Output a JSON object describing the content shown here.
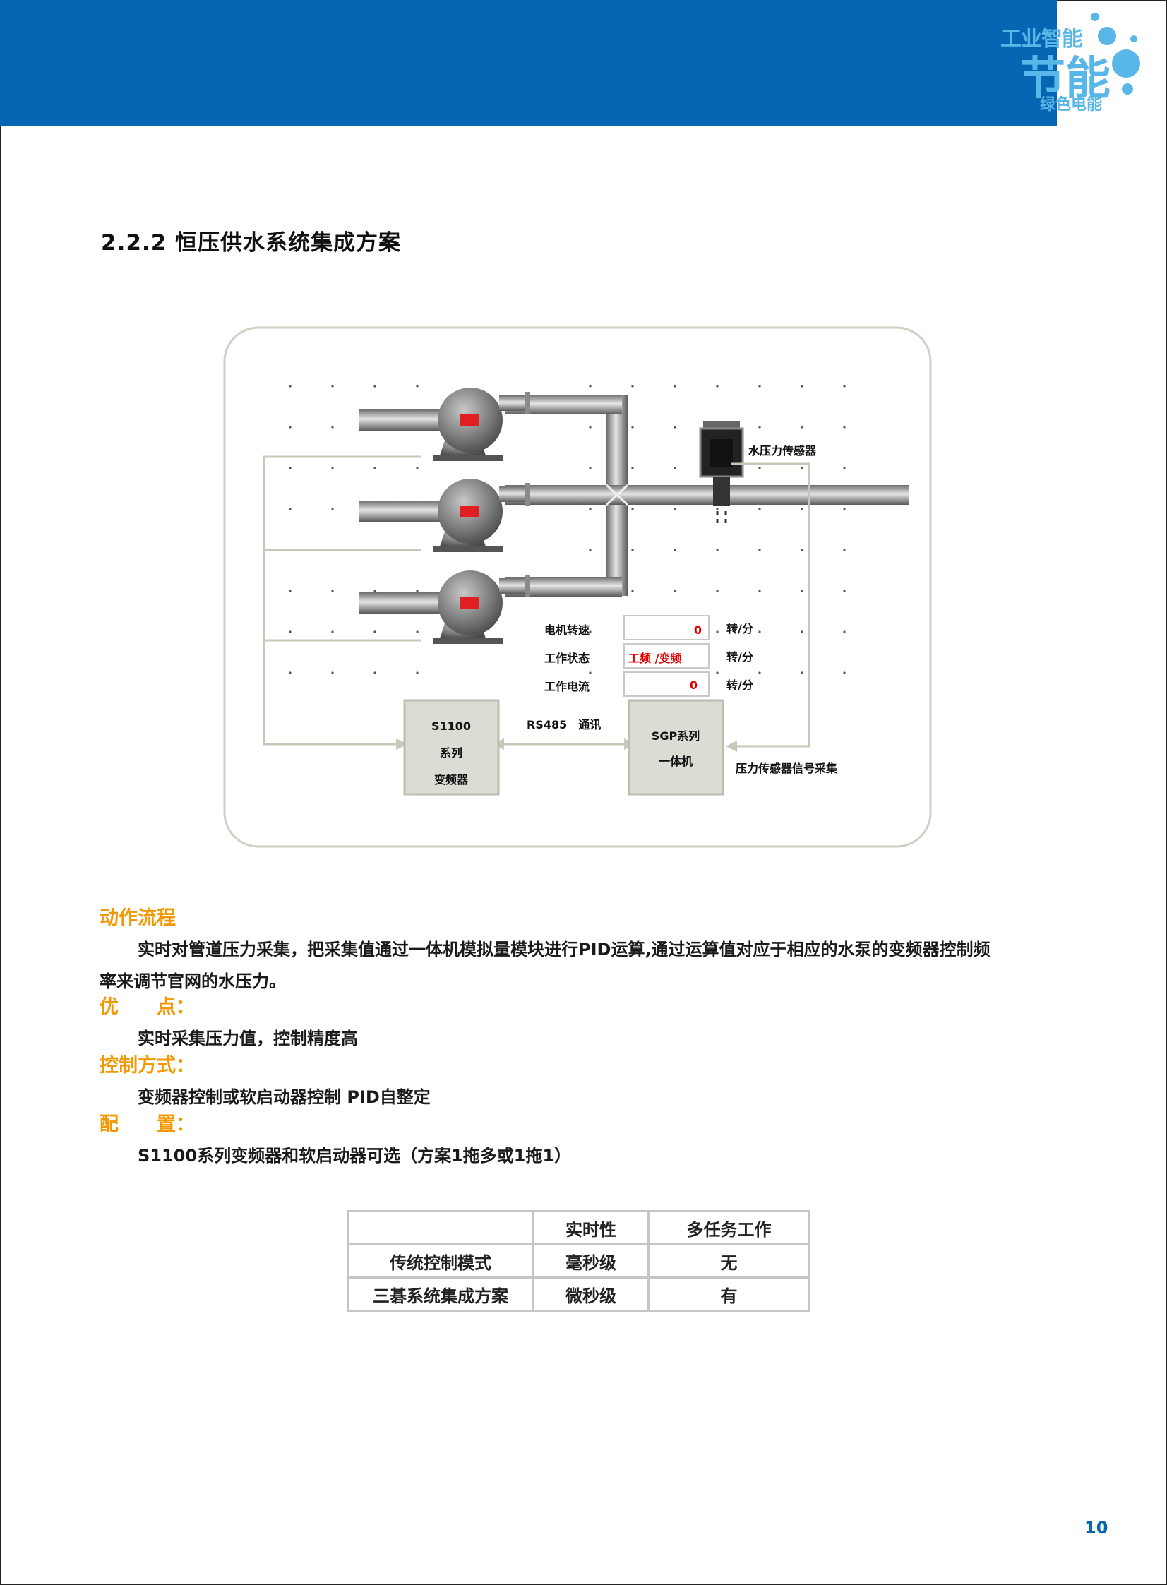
{
  "logo": {
    "line1": "工业智能",
    "line2": "节能",
    "line3": "绿色电能"
  },
  "section_title": "2.2.2 恒压供水系统集成方案",
  "diagram": {
    "sensor_label": "水压力传感器",
    "rows": [
      {
        "label": "电机转速",
        "value": "0",
        "unit": "转/分"
      },
      {
        "label": "工作状态",
        "value": "工频 /变频",
        "unit": "转/分"
      },
      {
        "label": "工作电流",
        "value": "0",
        "unit": "转/分"
      }
    ],
    "inverter": {
      "line1": "S1100",
      "line2": "系列",
      "line3": "变频器"
    },
    "comm_label": "RS485　通讯",
    "controller": {
      "line1": "SGP系列",
      "line2": "一体机"
    },
    "signal_label": "压力传感器信号采集",
    "value_color": "#e60000"
  },
  "flow": {
    "heading": "动作流程",
    "text1": "实时对管道压力采集，把采集值通过一体机模拟量模块进行PID运算,通过运算值对应于相应的水泵的变频器控制频",
    "text2": "率来调节官网的水压力。"
  },
  "advantage": {
    "heading": "优　　点：",
    "text": "实时采集压力值，控制精度高"
  },
  "control": {
    "heading": "控制方式：",
    "text": "变频器控制或软启动器控制  PID自整定"
  },
  "config": {
    "heading": "配　　置：",
    "text": "S1100系列变频器和软启动器可选（方案1拖多或1拖1）"
  },
  "table": {
    "headers": [
      "",
      "实时性",
      "多任务工作"
    ],
    "rows": [
      [
        "传统控制模式",
        "毫秒级",
        "无"
      ],
      [
        "三碁系统集成方案",
        "微秒级",
        "有"
      ]
    ]
  },
  "page_number": "10",
  "colors": {
    "brand_blue": "#0766b3",
    "accent_orange": "#f39800",
    "logo_blue": "#58b7e8"
  }
}
